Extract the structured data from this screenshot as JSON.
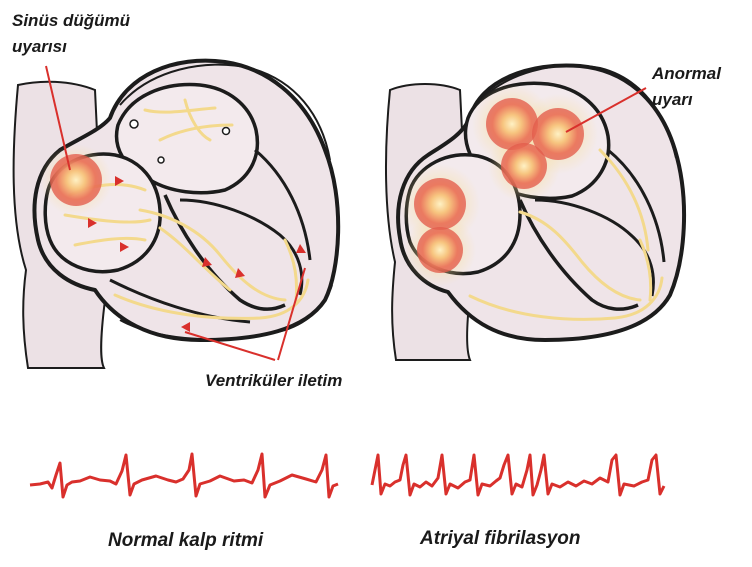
{
  "labels": {
    "sinus_node_line1": "Sinüs düğümü",
    "sinus_node_line2": "uyarısı",
    "abnormal_line1": "Anormal",
    "abnormal_line2": "uyarı",
    "ventricular_conduction": "Ventriküler iletim",
    "normal_rhythm": "Normal kalp ritmi",
    "atrial_fibrillation": "Atriyal fibrilasyon"
  },
  "colors": {
    "outline": "#1c1c1c",
    "tissue": "#f1e6ea",
    "vessel": "#e9dde2",
    "conduction_path": "#f3d98c",
    "signal": "#d9302c",
    "arrow_line": "#d9302c",
    "glow_outer": "#f4c27c",
    "glow_inner": "#e8584a"
  }
}
